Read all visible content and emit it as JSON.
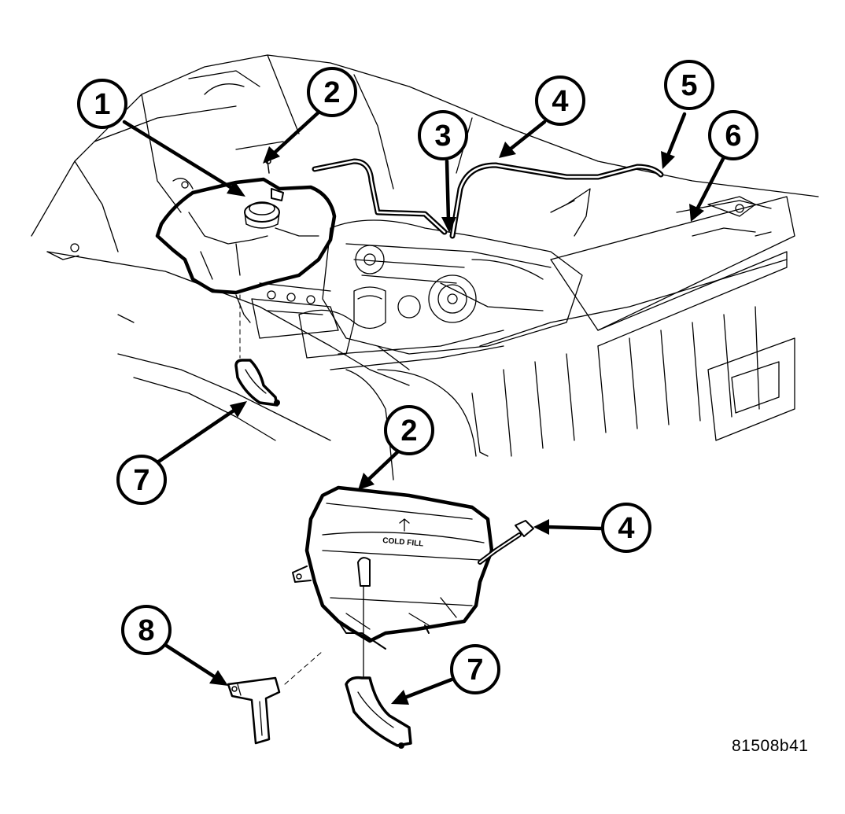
{
  "callouts": [
    {
      "id": "c1",
      "label": "1"
    },
    {
      "id": "c2a",
      "label": "2"
    },
    {
      "id": "c3",
      "label": "3"
    },
    {
      "id": "c4a",
      "label": "4"
    },
    {
      "id": "c5",
      "label": "5"
    },
    {
      "id": "c6",
      "label": "6"
    },
    {
      "id": "c7a",
      "label": "7"
    },
    {
      "id": "c2b",
      "label": "2"
    },
    {
      "id": "c4b",
      "label": "4"
    },
    {
      "id": "c8",
      "label": "8"
    },
    {
      "id": "c7b",
      "label": "7"
    }
  ],
  "tank_marking": "COLD FILL",
  "figure_id": "81508b41",
  "colors": {
    "ink": "#000000",
    "paper": "#ffffff"
  }
}
